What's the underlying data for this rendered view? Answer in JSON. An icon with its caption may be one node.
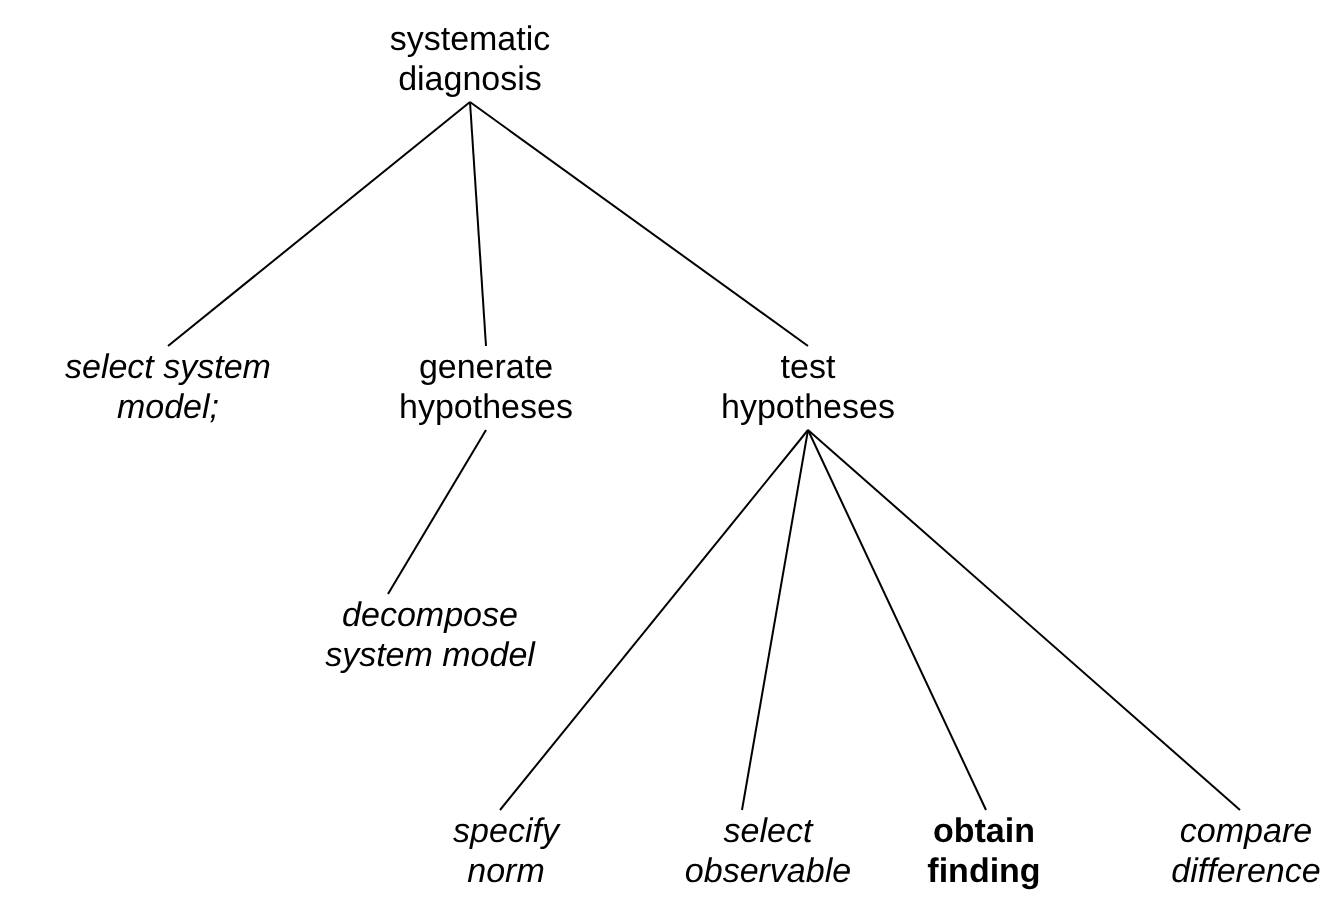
{
  "diagram": {
    "nodes": [
      {
        "text": [
          "systematic diagnosis"
        ]
      },
      {
        "text": [
          "select system model;"
        ]
      },
      {
        "text": [
          "generate hypotheses"
        ]
      },
      {
        "text": [
          "test hypotheses"
        ]
      },
      {
        "text": [
          "decompose system model"
        ]
      },
      {
        "text": [
          "specify norm"
        ]
      },
      {
        "text": [
          "select observable"
        ]
      },
      {
        "text": [
          "obtain finding"
        ]
      },
      {
        "text": [
          "compare difference"
        ]
      }
    ],
    "edges": [
      {
        "from": 0,
        "to": 1,
        "arrow": "none"
      },
      {
        "from": 0,
        "to": 2,
        "arrow": "none"
      },
      {
        "from": 0,
        "to": 3,
        "arrow": "none"
      },
      {
        "from": 2,
        "to": 4,
        "arrow": "none"
      },
      {
        "from": 3,
        "to": 5,
        "arrow": "none"
      },
      {
        "from": 3,
        "to": 6,
        "arrow": "none"
      },
      {
        "from": 3,
        "to": 7,
        "arrow": "none"
      },
      {
        "from": 3,
        "to": 8,
        "arrow": "none"
      }
    ]
  }
}
